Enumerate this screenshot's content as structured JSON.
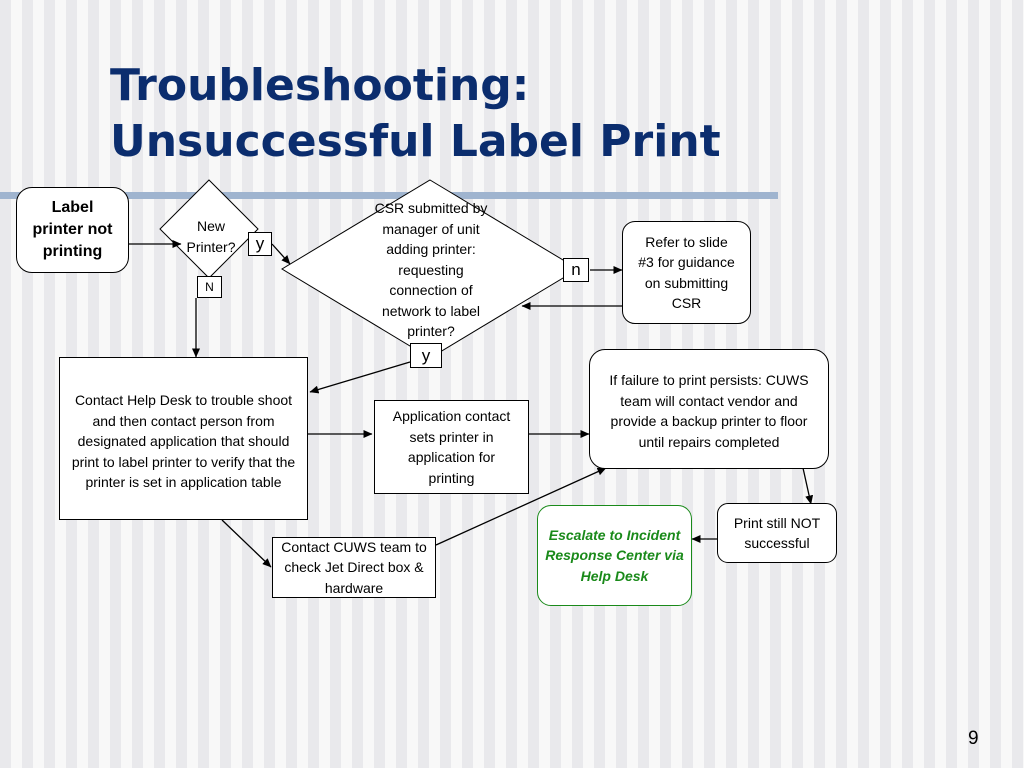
{
  "title": {
    "line1": "Troubleshooting:",
    "line2": "Unsuccessful Label Print"
  },
  "nodes": {
    "start": "Label printer not printing",
    "new_printer": "New Printer?",
    "csr_submitted": "CSR submitted by manager of unit adding printer: requesting connection of network to label printer?",
    "refer_slide": "Refer to slide #3 for guidance on submitting CSR",
    "contact_help_desk": "Contact Help Desk to trouble shoot and then contact person from designated application that should print to label printer to verify that the printer is set in application table",
    "application_contact": "Application contact sets printer in application for printing",
    "failure_persists": "If failure to print persists: CUWS team will contact vendor and provide a backup printer to floor until repairs completed",
    "contact_cuws": "Contact CUWS team to check Jet Direct box & hardware",
    "print_still": "Print still NOT successful",
    "escalate": "Escalate to Incident Response Center via Help Desk"
  },
  "labels": {
    "new_printer_yes": "y",
    "new_printer_no": "N",
    "csr_no": "n",
    "csr_yes": "y"
  },
  "colors": {
    "title": "#0b2d6e",
    "escalate_text": "#1a8a1a",
    "escalate_border": "#1a8a1a",
    "title_rule": "#9fb4cf"
  },
  "page_number": "9"
}
